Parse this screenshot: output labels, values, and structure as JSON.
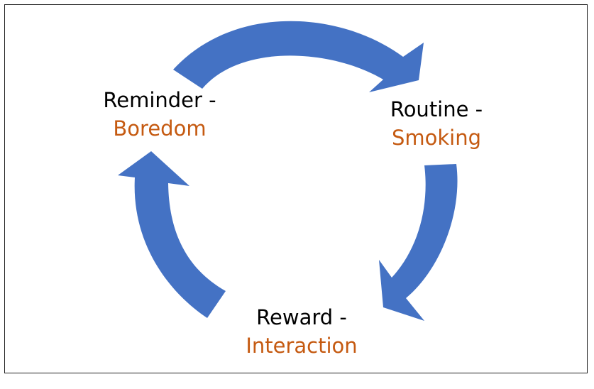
{
  "diagram": {
    "colors": {
      "arrow": "#4472c4",
      "stage_text": "#000000",
      "detail_text": "#c55a11"
    },
    "nodes": [
      {
        "stage": "Reminder -",
        "detail": "Boredom"
      },
      {
        "stage": "Routine -",
        "detail": "Smoking"
      },
      {
        "stage": "Reward -",
        "detail": "Interaction"
      }
    ],
    "edges": [
      {
        "from": "Reminder -",
        "to": "Routine -"
      },
      {
        "from": "Routine -",
        "to": "Reward -"
      },
      {
        "from": "Reward -",
        "to": "Reminder -"
      }
    ]
  }
}
